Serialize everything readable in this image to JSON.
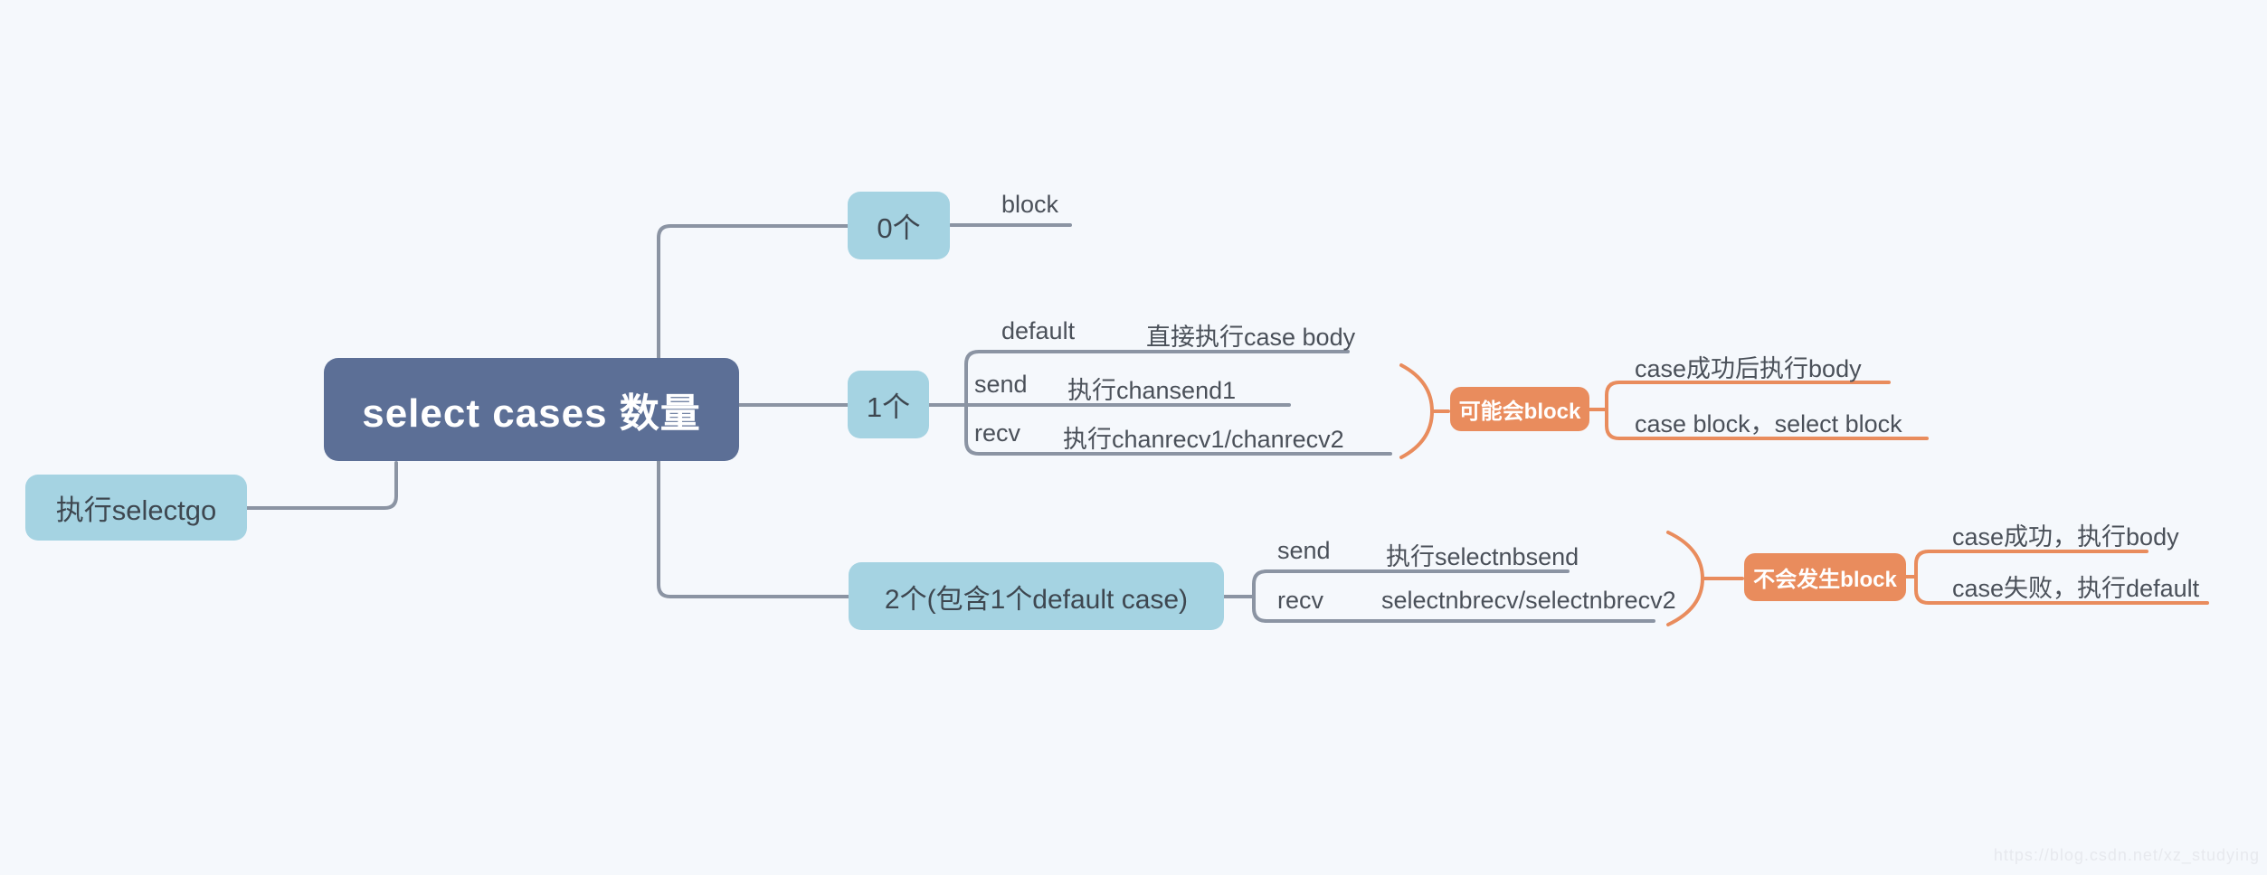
{
  "page": {
    "background": "#f5f8fc",
    "watermark": "https://blog.csdn.net/xz_studying"
  },
  "colors": {
    "root_fill": "#5c6f96",
    "topic_fill": "#a5d3e2",
    "result_fill": "#e98c5d",
    "gray_line": "#8b94a3",
    "orange_line": "#e98c5d",
    "dark_text": "#4a5059",
    "light_text": "#ffffff"
  },
  "mindmap": {
    "left_node": {
      "label": "执行selectgo"
    },
    "root": {
      "label": "select cases 数量"
    },
    "branches": [
      {
        "label": "0个",
        "leaf": "block"
      },
      {
        "label": "1个",
        "rows": [
          {
            "key": "default",
            "value": "直接执行case body"
          },
          {
            "key": "send",
            "value": "执行chansend1"
          },
          {
            "key": "recv",
            "value": "执行chanrecv1/chanrecv2"
          }
        ],
        "result": {
          "label": "可能会block",
          "children": [
            "case成功后执行body",
            "case block，select block"
          ]
        }
      },
      {
        "label": "2个(包含1个default case)",
        "rows": [
          {
            "key": "send",
            "value": "执行selectnbsend"
          },
          {
            "key": "recv",
            "value": "selectnbrecv/selectnbrecv2"
          }
        ],
        "result": {
          "label": "不会发生block",
          "children": [
            "case成功，执行body",
            "case失败，执行default"
          ]
        }
      }
    ]
  }
}
